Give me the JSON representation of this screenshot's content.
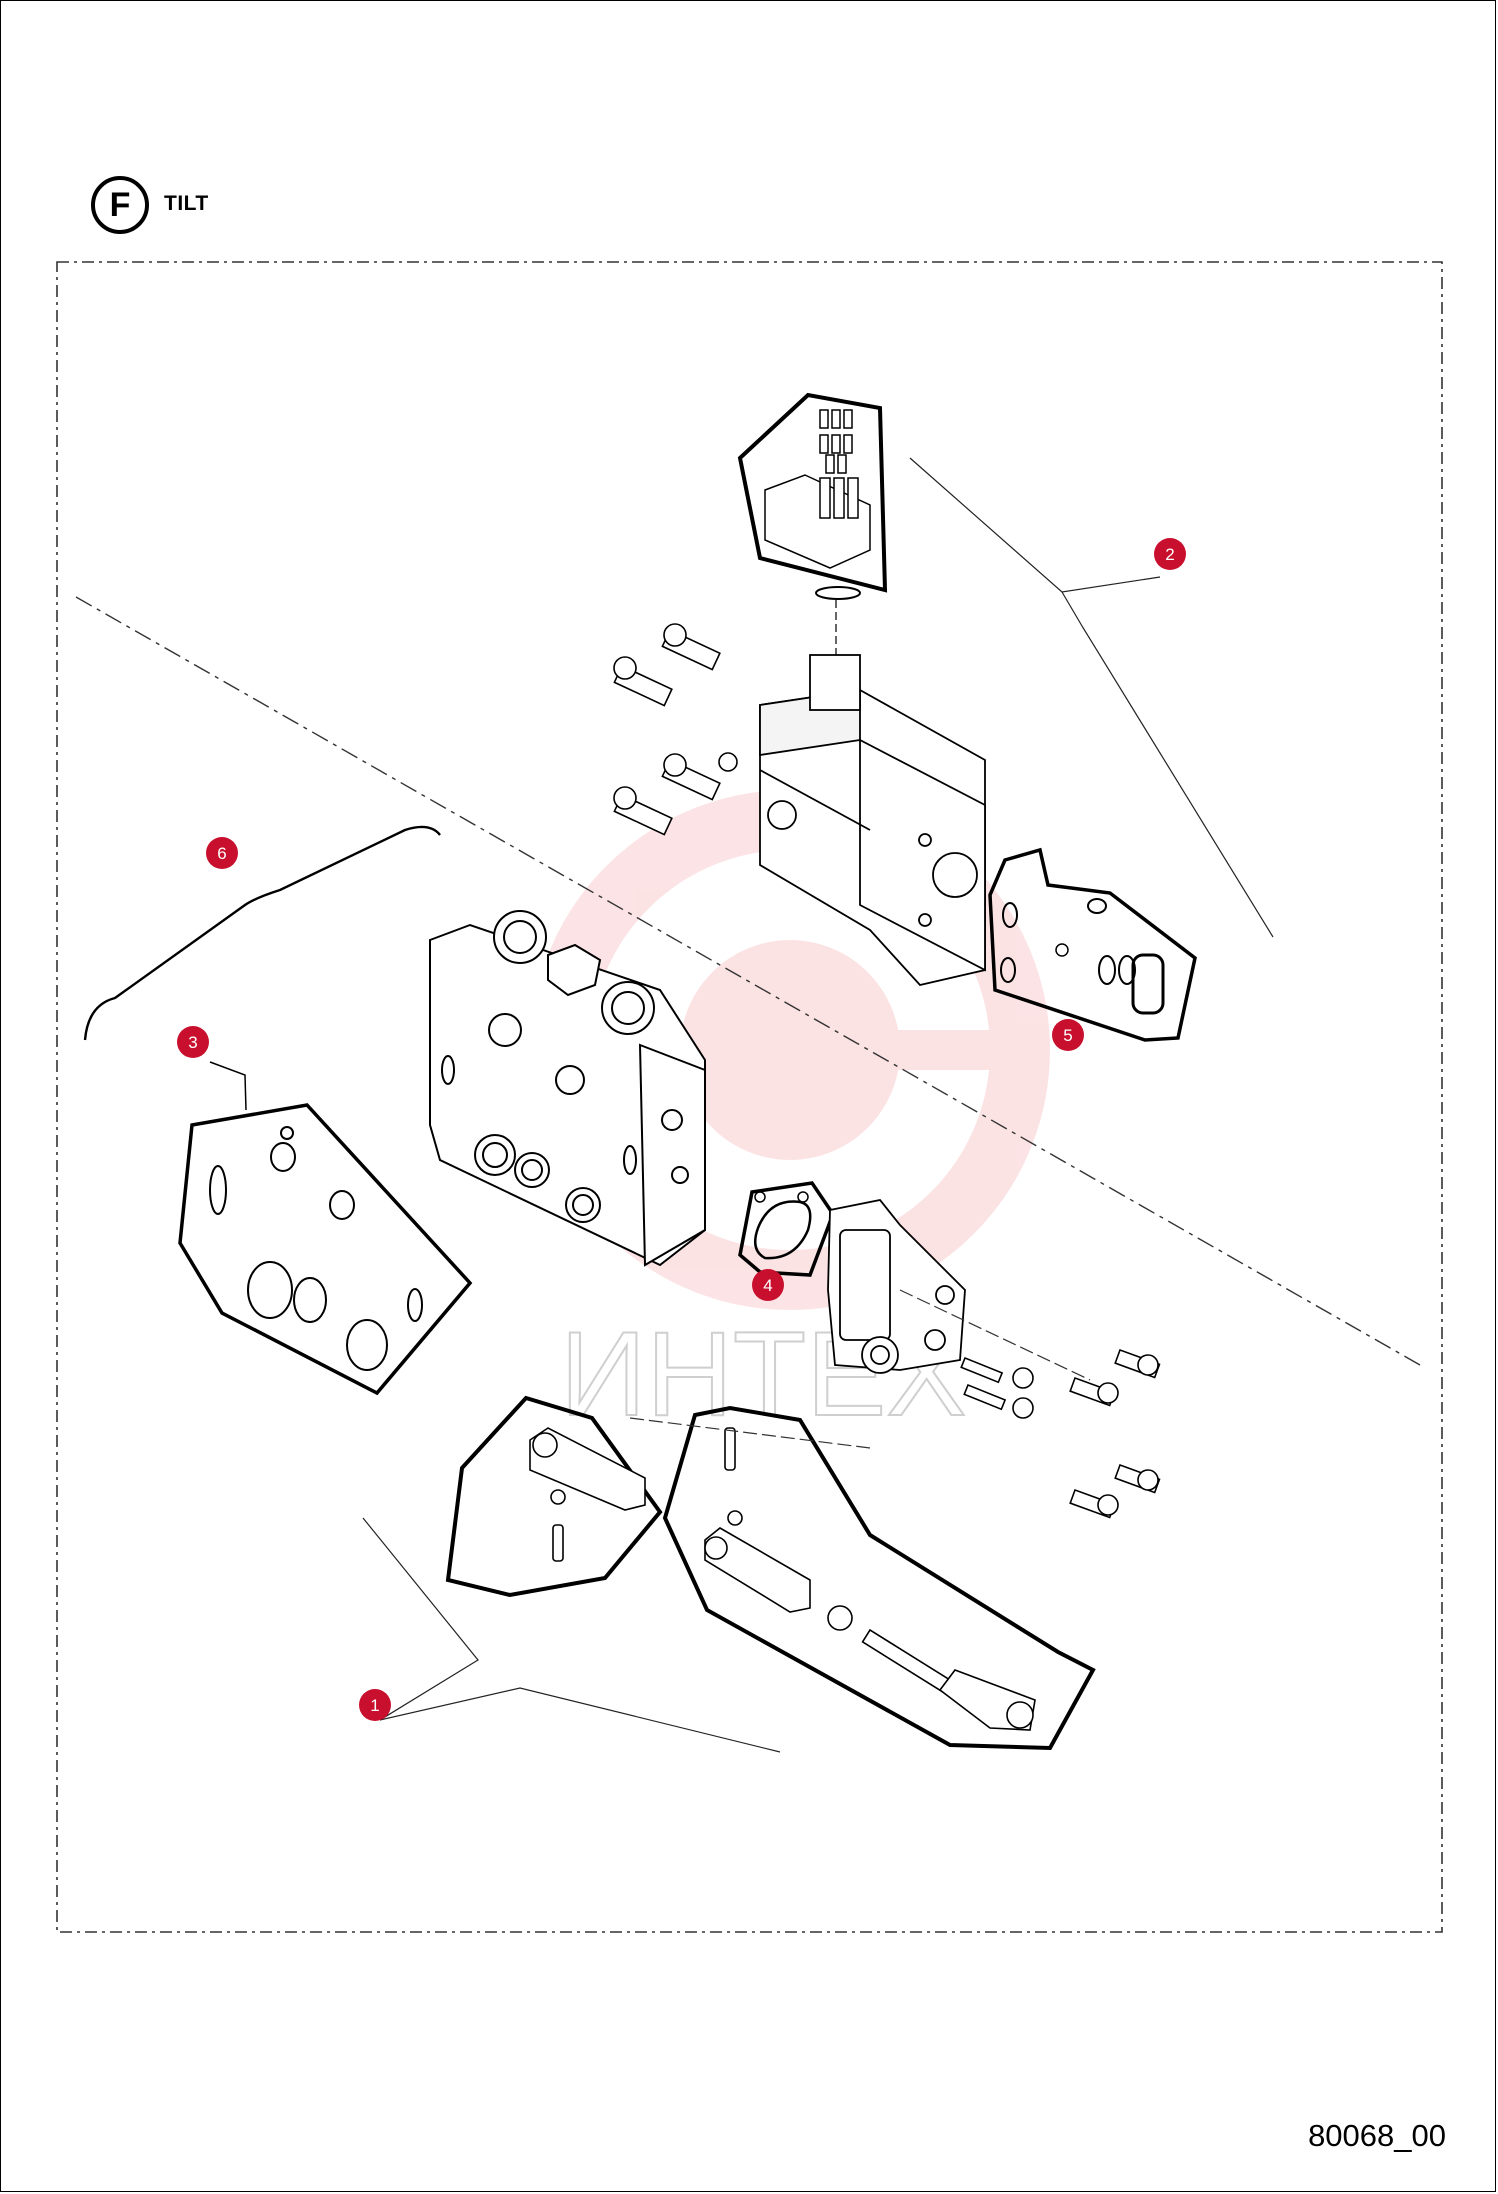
{
  "header": {
    "section_letter": "F",
    "section_title": "TILT"
  },
  "footer": {
    "drawing_code": "80068_00"
  },
  "watermark": {
    "text": "ИНТЕХ",
    "color": "#e8303a"
  },
  "callouts": [
    {
      "number": "1"
    },
    {
      "number": "2"
    },
    {
      "number": "3"
    },
    {
      "number": "4"
    },
    {
      "number": "5"
    },
    {
      "number": "6"
    }
  ],
  "colors": {
    "callout_fill": "#c8102e",
    "line": "#000000",
    "background": "#ffffff"
  }
}
